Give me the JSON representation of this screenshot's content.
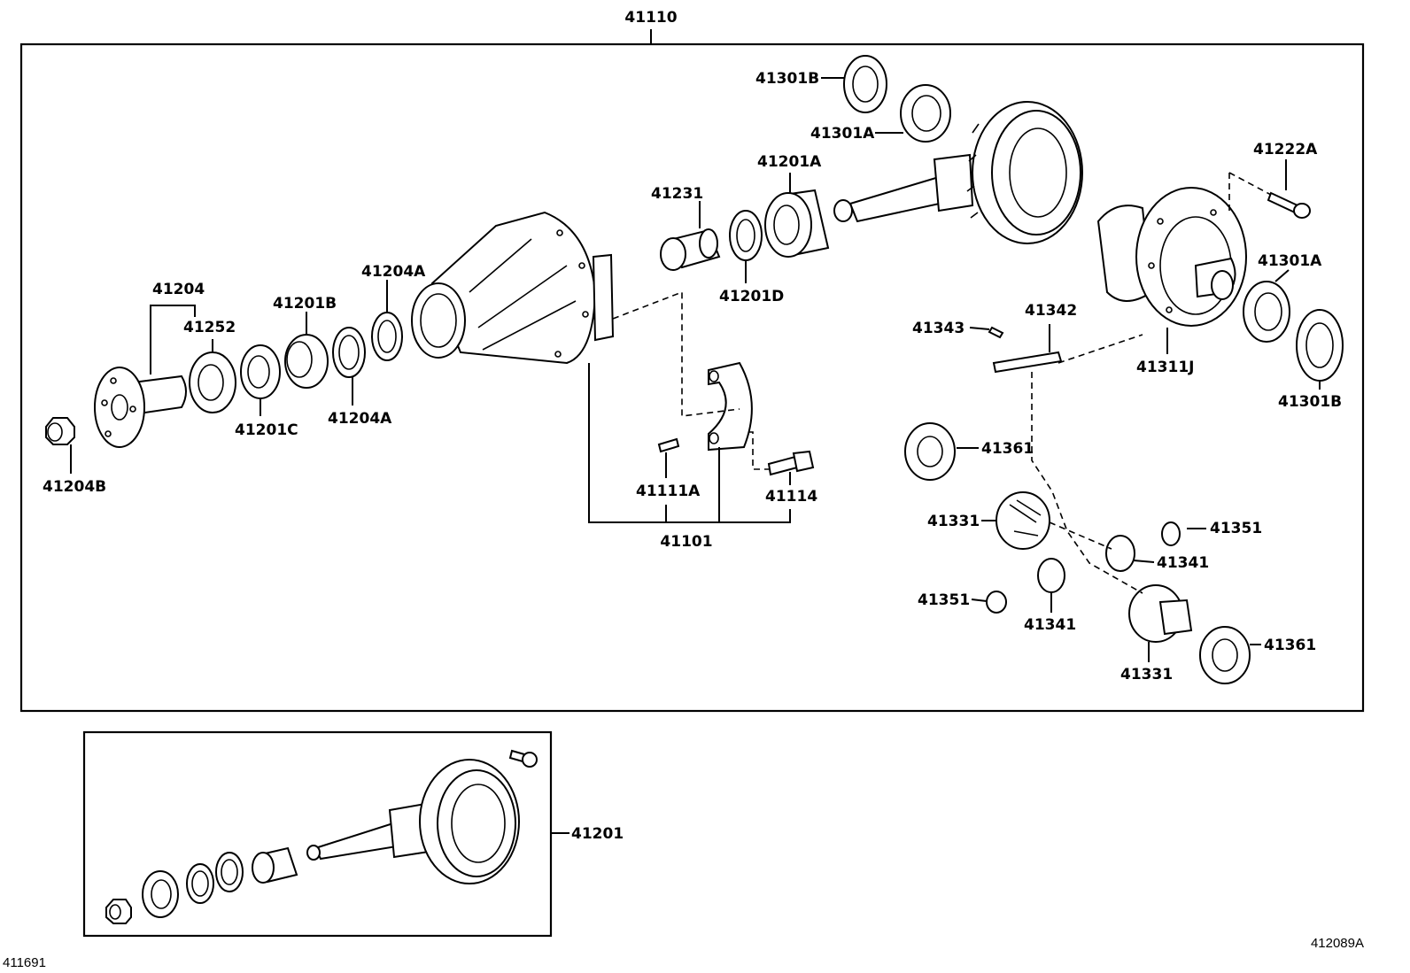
{
  "labels": {
    "p41110": "41110",
    "p41301B_top": "41301B",
    "p41301A_top": "41301A",
    "p41201A": "41201A",
    "p41231": "41231",
    "p41201D": "41201D",
    "p41222A": "41222A",
    "p41301A_right": "41301A",
    "p41311J": "41311J",
    "p41301B_right": "41301B",
    "p41204": "41204",
    "p41252": "41252",
    "p41201B": "41201B",
    "p41204A_top": "41204A",
    "p41201C": "41201C",
    "p41204A_bottom": "41204A",
    "p41204B": "41204B",
    "p41343": "41343",
    "p41342": "41342",
    "p41361_top": "41361",
    "p41111A": "41111A",
    "p41114": "41114",
    "p41101": "41101",
    "p41331_top": "41331",
    "p41351_right": "41351",
    "p41341_right": "41341",
    "p41351_left": "41351",
    "p41341_bottom": "41341",
    "p41361_bottom": "41361",
    "p41331_bottom": "41331",
    "p41201": "41201"
  },
  "corner_codes": {
    "left": "411691",
    "right": "412089A"
  }
}
